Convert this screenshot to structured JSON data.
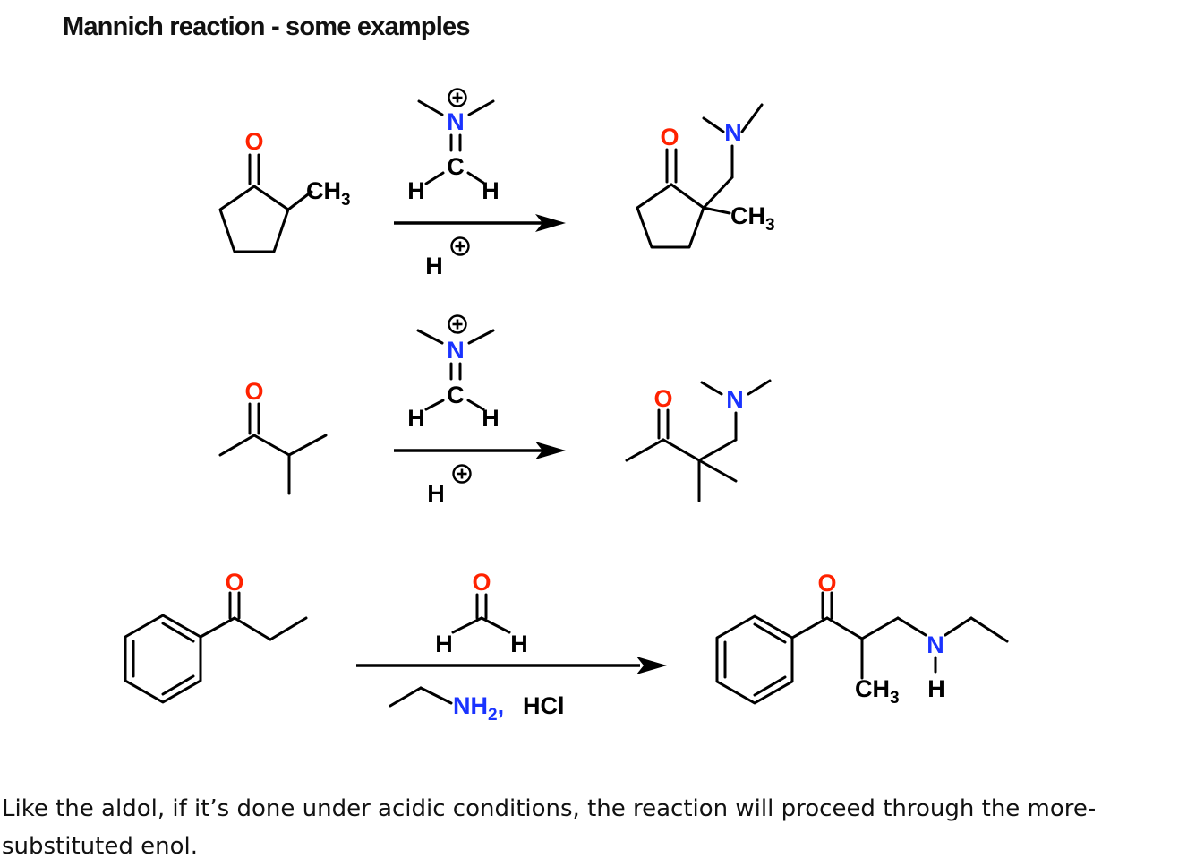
{
  "title": "Mannich reaction - some examples",
  "caption": "Like the aldol, if it’s done under acidic conditions, the reaction will proceed through the more-substituted enol.",
  "colors": {
    "oxygen": "#ff2200",
    "nitrogen": "#1a33ff",
    "bond": "#000000",
    "background": "#ffffff"
  },
  "atoms": {
    "O": "O",
    "N": "N",
    "C": "C",
    "H": "H",
    "CH3": "CH",
    "sub3": "3",
    "NH": "NH",
    "sub2": "2",
    "nh_sep": ",",
    "HCl": "HCl"
  },
  "reactions": [
    {
      "reagent": "iminium ion",
      "catalyst": "acid",
      "has_plus_charge": true
    },
    {
      "reagent": "iminium ion",
      "catalyst": "acid",
      "has_plus_charge": true
    },
    {
      "reagent": "formaldehyde",
      "amine": "ethylamine hydrochloride"
    }
  ]
}
